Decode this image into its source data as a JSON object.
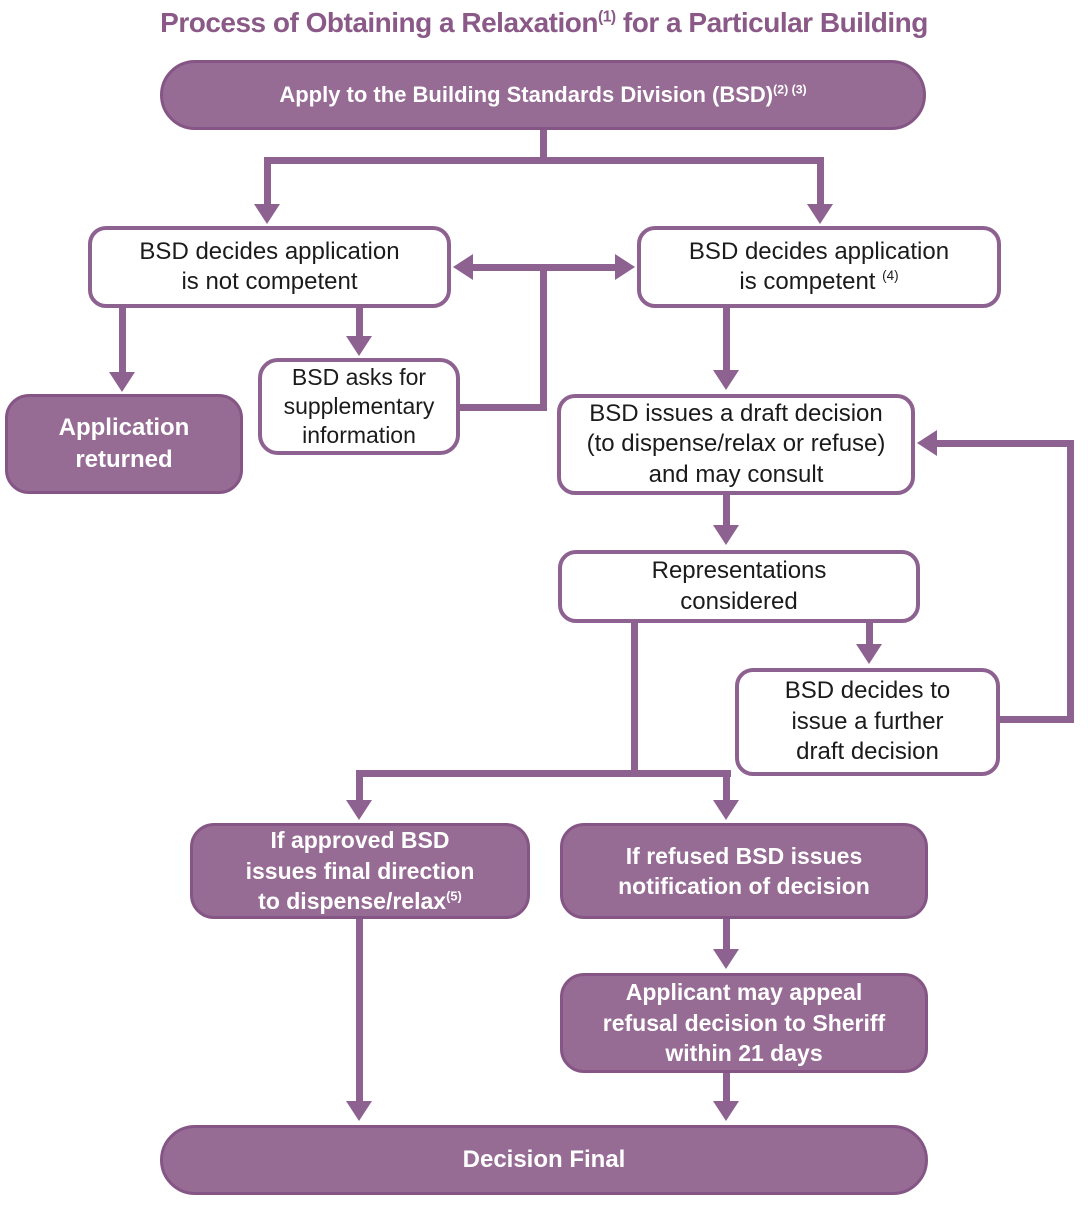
{
  "title": {
    "pre": "Process of Obtaining a Relaxation",
    "sup": "(1)",
    "post": " for a Particular Building"
  },
  "colors": {
    "purple_fill": "#966b94",
    "purple_line": "#8d6290",
    "purple_dark": "#855685",
    "title_color": "#8a5987",
    "text_color": "#1b1b1b"
  },
  "nodes": {
    "apply": {
      "pre": "Apply to the Building Standards Division (BSD)",
      "sup": "(2) (3)"
    },
    "not_competent": {
      "line1": "BSD decides application",
      "line2": "is not competent"
    },
    "competent": {
      "line1": "BSD decides application",
      "line2_pre": "is competent ",
      "line2_sup": "(4)"
    },
    "application_returned": {
      "line1": "Application",
      "line2": "returned"
    },
    "supplementary": {
      "line1": "BSD asks for",
      "line2": "supplementary",
      "line3": "information"
    },
    "draft_decision": {
      "line1": "BSD issues a draft decision",
      "line2": "(to dispense/relax or refuse)",
      "line3": "and may consult"
    },
    "representations": {
      "line1": "Representations",
      "line2": "considered"
    },
    "further_draft": {
      "line1": "BSD decides to",
      "line2": "issue a further",
      "line3": "draft decision"
    },
    "approved": {
      "line1": "If approved BSD",
      "line2": "issues final direction",
      "line3_pre": "to dispense/relax",
      "line3_sup": "(5)"
    },
    "refused": {
      "line1": "If refused BSD issues",
      "line2": "notification of decision"
    },
    "appeal": {
      "line1": "Applicant may appeal",
      "line2": "refusal decision to Sheriff",
      "line3": "within 21 days"
    },
    "decision_final": {
      "label": "Decision Final"
    }
  }
}
